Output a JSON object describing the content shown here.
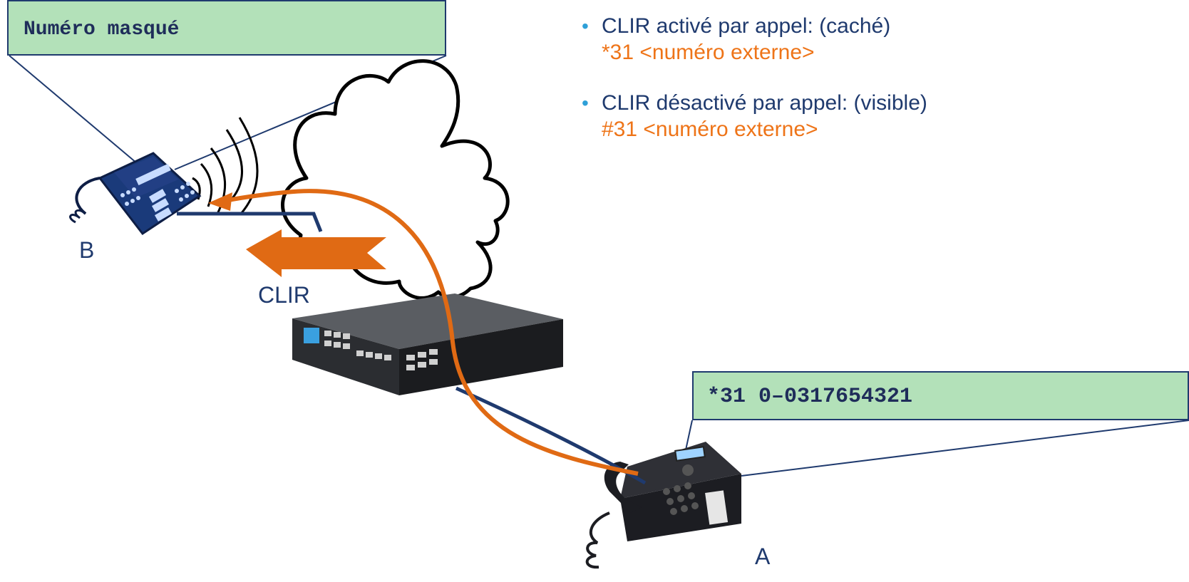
{
  "callout_b": {
    "text": "Numéro masqué"
  },
  "callout_a": {
    "text": "*31 0–0317654321"
  },
  "labels": {
    "b": "B",
    "a": "A",
    "clir": "CLIR"
  },
  "bullets": [
    {
      "text": "CLIR activé par appel: (caché)",
      "code": "*31 <numéro externe>"
    },
    {
      "text": "CLIR désactivé par appel: (visible)",
      "code": "#31 <numéro externe>"
    }
  ],
  "colors": {
    "callout_fill": "#b3e1b9",
    "navy": "#1f3a6e",
    "orange": "#ee7418",
    "bullet": "#2ea0d8"
  },
  "icons": [
    "phone-b-icon",
    "phone-a-icon",
    "cloud-icon",
    "pbx-icon",
    "signal-waves-icon",
    "clir-arrow-icon"
  ]
}
